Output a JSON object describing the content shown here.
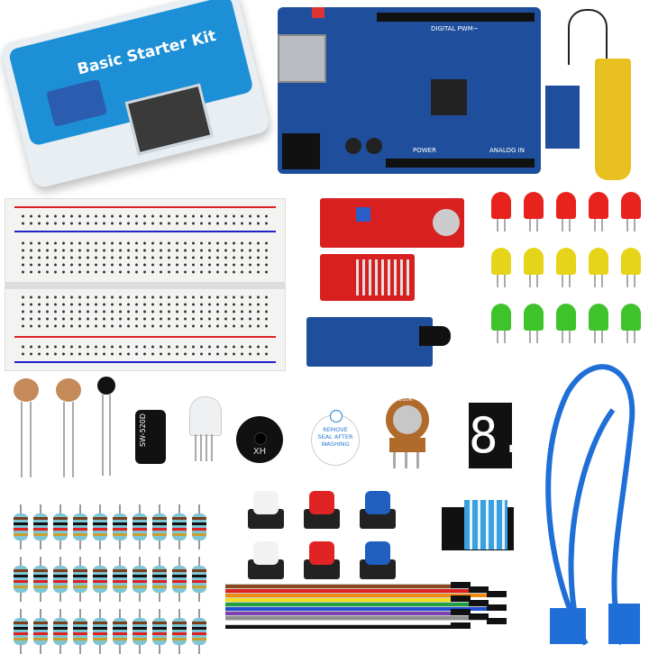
{
  "kit_box": {
    "title": "Basic Starter Kit",
    "lid_color": "#1c8fd6"
  },
  "arduino": {
    "label_digital": "DIGITAL PWM~",
    "label_analog": "ANALOG IN",
    "label_power": "POWER",
    "board_color": "#1f4f9c"
  },
  "buzzer_active": {
    "label": "XH"
  },
  "buzzer_passive": {
    "label": "REMOVE SEAL AFTER WASHING"
  },
  "potentiometer": {
    "label": "B10K"
  },
  "tilt_switch": {
    "label": "SW-520D"
  },
  "seven_segment": {
    "digit": "8."
  },
  "colors": {
    "led_rows": [
      "#e8221c",
      "#e6d41a",
      "#3fc32a"
    ],
    "button_caps": [
      "#f2f2f2",
      "#e02424",
      "#1f5fbf"
    ],
    "usb_cable": "#1f6fd6",
    "jumper_wires": [
      "#8b4a1c",
      "#e02020",
      "#f08a10",
      "#f0e020",
      "#20a040",
      "#2050d0",
      "#8040b0",
      "#909090",
      "#ffffff",
      "#111111"
    ]
  }
}
